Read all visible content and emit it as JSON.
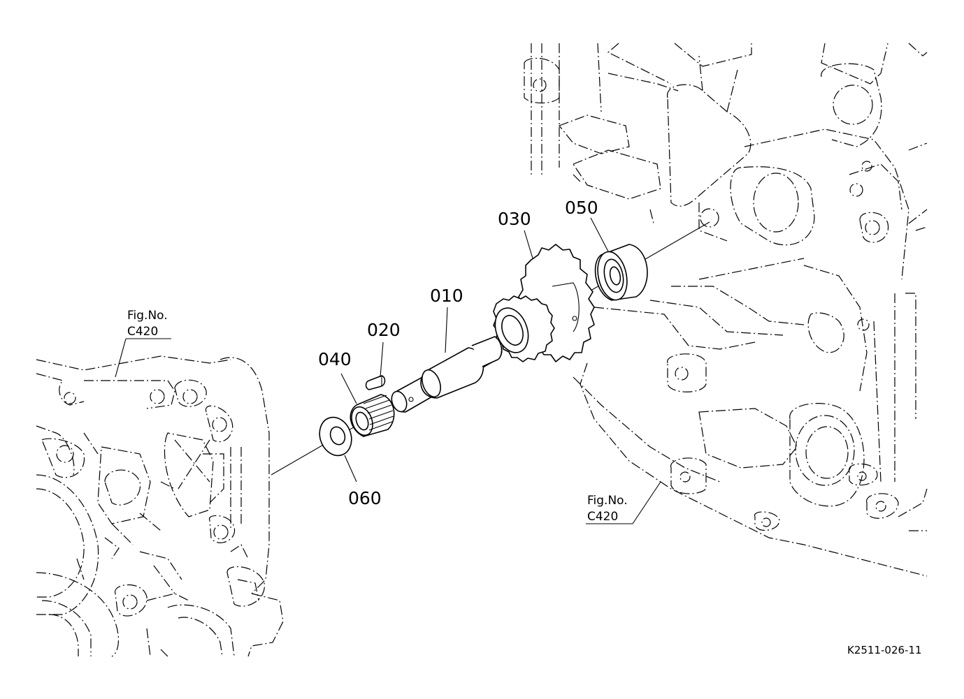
{
  "parts": [
    {
      "id": "010",
      "name": "shaft"
    },
    {
      "id": "020",
      "name": "pin"
    },
    {
      "id": "030",
      "name": "gear"
    },
    {
      "id": "040",
      "name": "needle bearing"
    },
    {
      "id": "050",
      "name": "ball bearing"
    },
    {
      "id": "060",
      "name": "washer"
    }
  ],
  "references": [
    {
      "fig_label": "Fig.No.",
      "fig_code": "C420"
    },
    {
      "fig_label": "Fig.No.",
      "fig_code": "C420"
    }
  ],
  "drawing_code": "K2511-026-11"
}
